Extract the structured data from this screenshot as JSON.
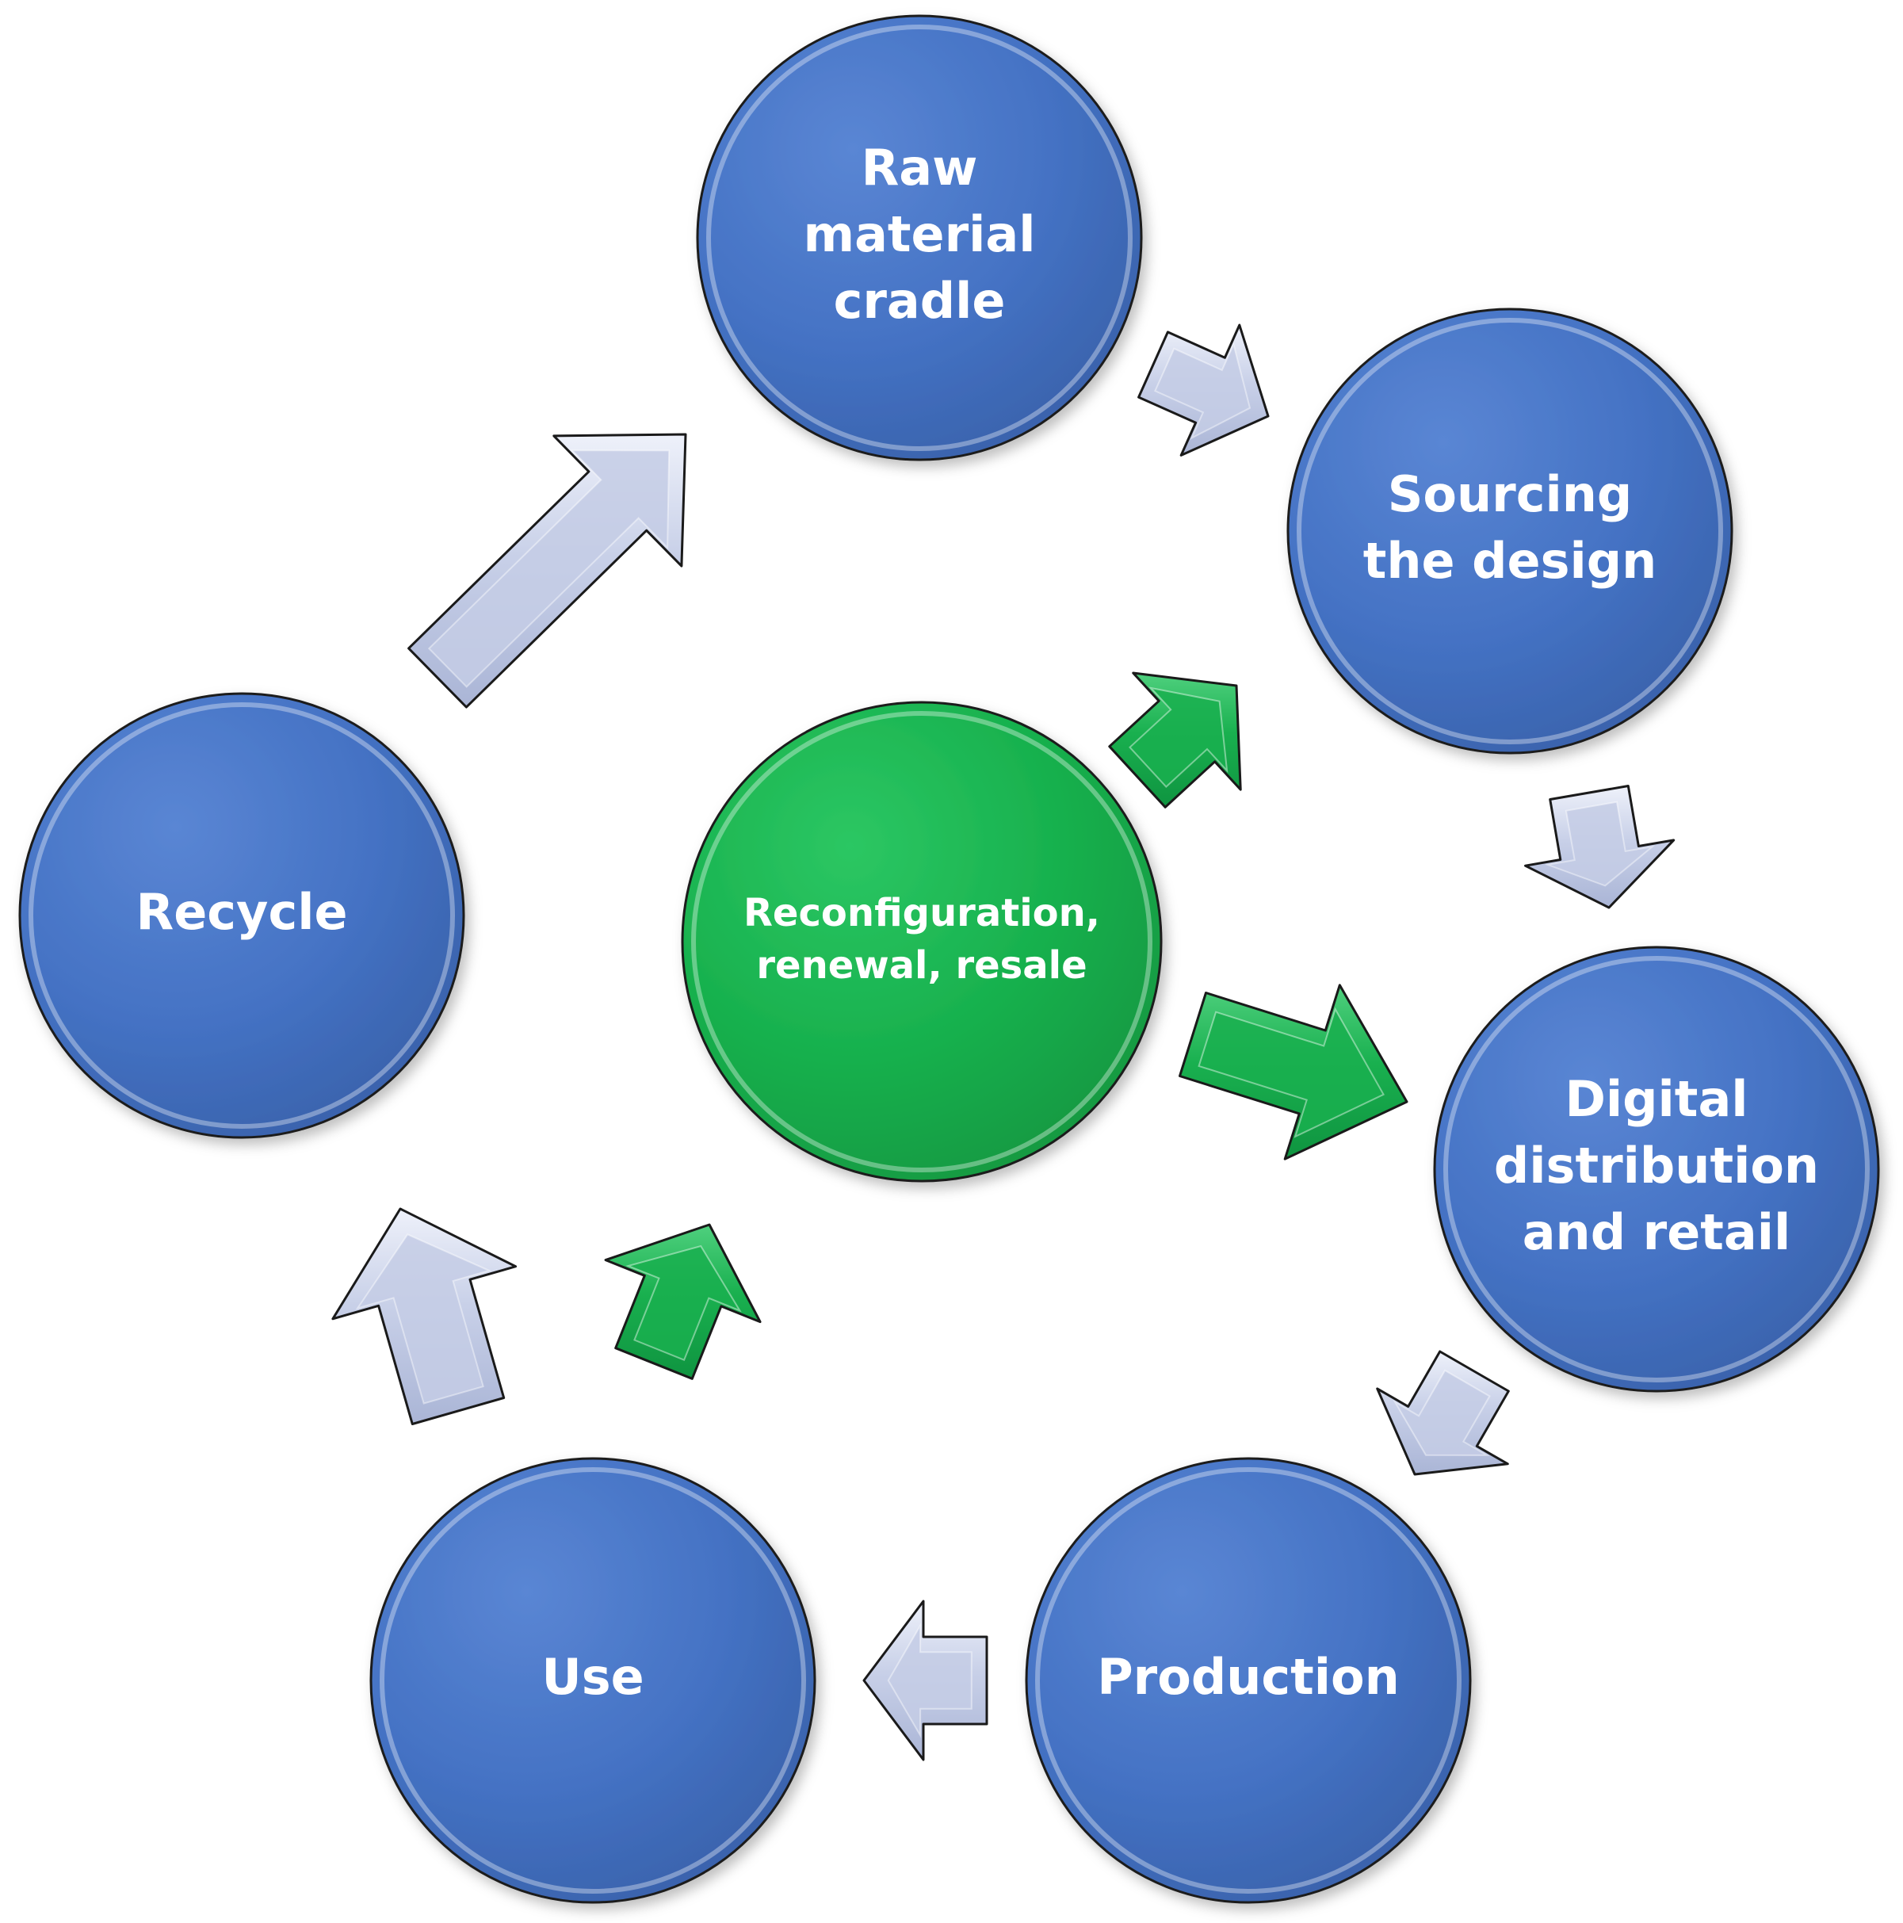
{
  "diagram": {
    "colors": {
      "stage_fill": "#4472C4",
      "center_fill": "#17B04D",
      "arrow_light": "#C5CDE6",
      "arrow_green": "#19B04F",
      "outline": "#1a1a1a",
      "text": "#ffffff"
    },
    "stages": [
      {
        "id": "raw",
        "lines": [
          "Raw",
          "material",
          "cradle"
        ]
      },
      {
        "id": "sourcing",
        "lines": [
          "Sourcing",
          "the design"
        ]
      },
      {
        "id": "digital",
        "lines": [
          "Digital",
          "distribution",
          "and retail"
        ]
      },
      {
        "id": "production",
        "lines": [
          "Production"
        ]
      },
      {
        "id": "use",
        "lines": [
          "Use"
        ]
      },
      {
        "id": "recycle",
        "lines": [
          "Recycle"
        ]
      }
    ],
    "center": {
      "id": "center",
      "lines": [
        "Reconfiguration,",
        "renewal, resale"
      ]
    },
    "flows": [
      {
        "from": "raw",
        "to": "sourcing",
        "style": "light"
      },
      {
        "from": "sourcing",
        "to": "digital",
        "style": "light"
      },
      {
        "from": "digital",
        "to": "production",
        "style": "light"
      },
      {
        "from": "production",
        "to": "use",
        "style": "light"
      },
      {
        "from": "use",
        "to": "recycle",
        "style": "light"
      },
      {
        "from": "recycle",
        "to": "raw",
        "style": "light"
      },
      {
        "from": "use",
        "to": "center",
        "style": "green"
      },
      {
        "from": "center",
        "to": "sourcing",
        "style": "green"
      },
      {
        "from": "center",
        "to": "digital",
        "style": "green"
      }
    ]
  }
}
